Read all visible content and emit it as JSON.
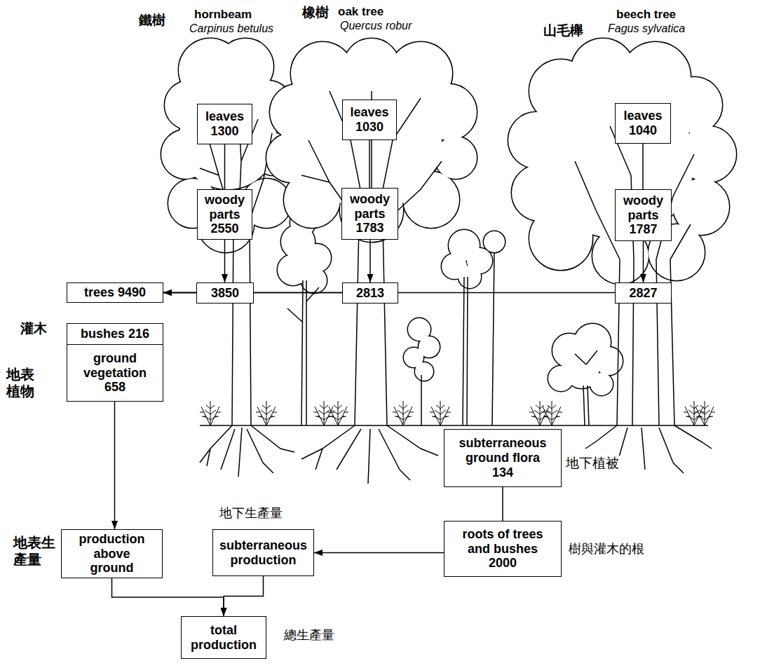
{
  "diagram": {
    "nodes": [
      {
        "text": [
          "leaves 1300"
        ]
      },
      {
        "text": [
          "leaves 1030"
        ]
      },
      {
        "text": [
          "leaves 1040"
        ]
      },
      {
        "text": [
          "woody parts 2550"
        ]
      },
      {
        "text": [
          "woody parts 1783"
        ]
      },
      {
        "text": [
          "woody parts 1787"
        ]
      },
      {
        "text": [
          "trees 9490"
        ]
      },
      {
        "text": [
          "3850"
        ]
      },
      {
        "text": [
          "2813"
        ]
      },
      {
        "text": [
          "2827"
        ]
      },
      {
        "text": [
          "bushes 216"
        ]
      },
      {
        "text": [
          "ground vegetation 658"
        ]
      },
      {
        "text": [
          "subterraneous ground flora 134"
        ]
      },
      {
        "text": [
          "production above ground"
        ]
      },
      {
        "text": [
          "subterraneous production"
        ]
      },
      {
        "text": [
          "roots of trees and bushes 2000"
        ]
      },
      {
        "text": [
          "total production"
        ]
      }
    ],
    "edges": [
      {
        "from": 0,
        "to": 3,
        "arrow": "none"
      },
      {
        "from": 1,
        "to": 4,
        "arrow": "none"
      },
      {
        "from": 2,
        "to": 5,
        "arrow": "none"
      },
      {
        "from": 3,
        "to": 7,
        "arrow": "to"
      },
      {
        "from": 4,
        "to": 8,
        "arrow": "to"
      },
      {
        "from": 5,
        "to": 9,
        "arrow": "to"
      },
      {
        "from": 7,
        "to": 6,
        "arrow": "to"
      },
      {
        "from": 8,
        "to": 6,
        "arrow": "to"
      },
      {
        "from": 9,
        "to": 6,
        "arrow": "to"
      },
      {
        "from": 11,
        "to": 13,
        "arrow": "to"
      },
      {
        "from": 12,
        "to": 15,
        "arrow": "none"
      },
      {
        "from": 15,
        "to": 14,
        "arrow": "to"
      },
      {
        "from": 13,
        "to": 16,
        "arrow": "to"
      },
      {
        "from": 14,
        "to": 16,
        "arrow": "to"
      }
    ],
    "labels": [
      "鐵樹",
      "hornbeam",
      "Carpinus betulus",
      "橡樹",
      "oak tree",
      "Quercus robur",
      "山毛櫸",
      "beech tree",
      "Fagus sylvatica",
      "灌木",
      "地表植物",
      "地下植被",
      "地下生產量",
      "樹與灌木的根",
      "地表生產量",
      "總生產量"
    ]
  }
}
